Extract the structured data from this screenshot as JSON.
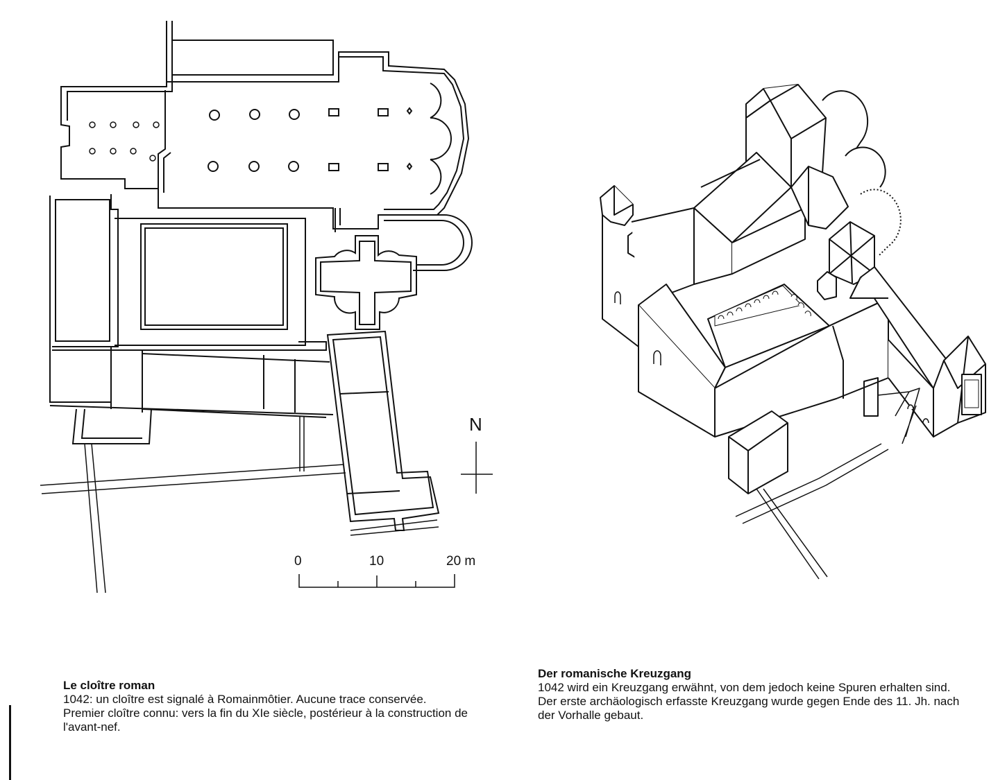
{
  "plan": {
    "north_label": "N",
    "scale": {
      "tick_0": "0",
      "tick_10": "10",
      "tick_20": "20 m"
    }
  },
  "captions": {
    "french": {
      "title": "Le cloître roman",
      "body": "1042: un cloître est signalé à Romainmôtier. Aucune trace conservée.\nPremier cloître connu: vers la fin du XIe siècle, postérieur à la construction de\nl'avant-nef."
    },
    "german": {
      "title": "Der romanische Kreuzgang",
      "body": "1042 wird ein Kreuzgang erwähnt, von dem jedoch keine Spuren erhalten sind.\nDer erste archäologisch erfasste Kreuzgang wurde gegen Ende des 11. Jh. nach\nder Vorhalle gebaut."
    }
  }
}
